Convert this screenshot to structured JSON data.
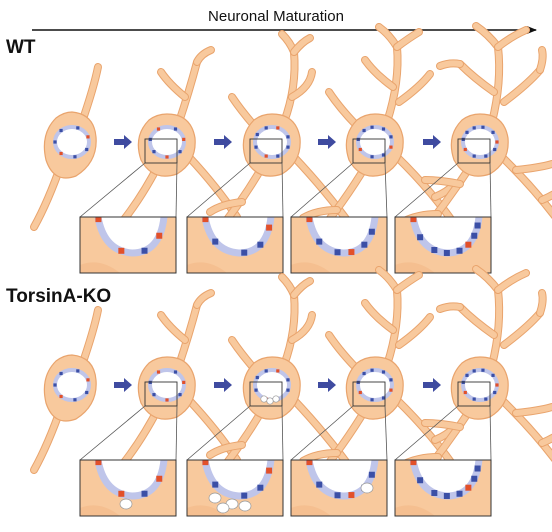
{
  "axis": {
    "label": "Neuronal Maturation"
  },
  "rows": [
    {
      "label": "WT",
      "stages": [
        {
          "blebs": 0,
          "inset_blebs": 0
        },
        {
          "blebs": 0,
          "inset_blebs": 0
        },
        {
          "blebs": 0,
          "inset_blebs": 0
        },
        {
          "blebs": 0,
          "inset_blebs": 0
        },
        {
          "blebs": 0,
          "inset_blebs": 0
        }
      ]
    },
    {
      "label": "TorsinA-KO",
      "stages": [
        {
          "blebs": 0,
          "inset_blebs": 0
        },
        {
          "blebs": 0,
          "inset_blebs": 1
        },
        {
          "blebs": 3,
          "inset_blebs": 4
        },
        {
          "blebs": 0,
          "inset_blebs": 1
        },
        {
          "blebs": 0,
          "inset_blebs": 0
        }
      ]
    }
  ],
  "colors": {
    "cell": "#f8c99d",
    "cell_outline": "#e9a46d",
    "envelope": "#bfc5ea",
    "pore_blue": "#3b4fa6",
    "pore_red": "#e2502a",
    "arrow": "#3f4ba0",
    "axis": "#111111"
  }
}
